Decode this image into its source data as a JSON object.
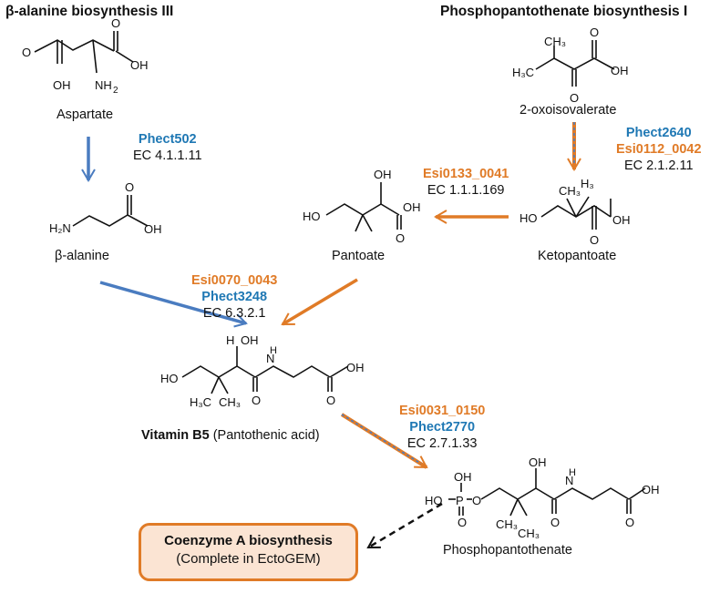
{
  "titles": {
    "left": "β-alanine biosynthesis III",
    "right": "Phosphopantothenate biosynthesis I"
  },
  "compounds": {
    "aspartate": "Aspartate",
    "beta_alanine": "β-alanine",
    "oxoisovalerate": "2-oxoisovalerate",
    "ketopantoate": "Ketopantoate",
    "pantoate": "Pantoate",
    "vitamin_b5_bold": "Vitamin B5",
    "vitamin_b5_rest": "(Pantothenic acid)",
    "phosphopantothenate": "Phosphopantothenate"
  },
  "reactions": {
    "r1": {
      "gene1": "Phect502",
      "ec": "EC 4.1.1.11"
    },
    "r2": {
      "gene1": "Phect2640",
      "gene2": "Esi0112_0042",
      "ec": "EC 2.1.2.11"
    },
    "r3": {
      "gene1": "Esi0133_0041",
      "ec": "EC 1.1.1.169"
    },
    "r4": {
      "gene1": "Esi0070_0043",
      "gene2": "Phect3248",
      "ec": "EC 6.3.2.1"
    },
    "r5": {
      "gene1": "Esi0031_0150",
      "gene2": "Phect2770",
      "ec": "EC 2.7.1.33"
    }
  },
  "coenzyme_box": {
    "title": "Coenzyme A biosynthesis",
    "subtitle": "(Complete in EctoGEM)"
  },
  "colors": {
    "blue": "#1f78b4",
    "orange": "#e07b27",
    "box_fill": "#fbe4d3"
  }
}
